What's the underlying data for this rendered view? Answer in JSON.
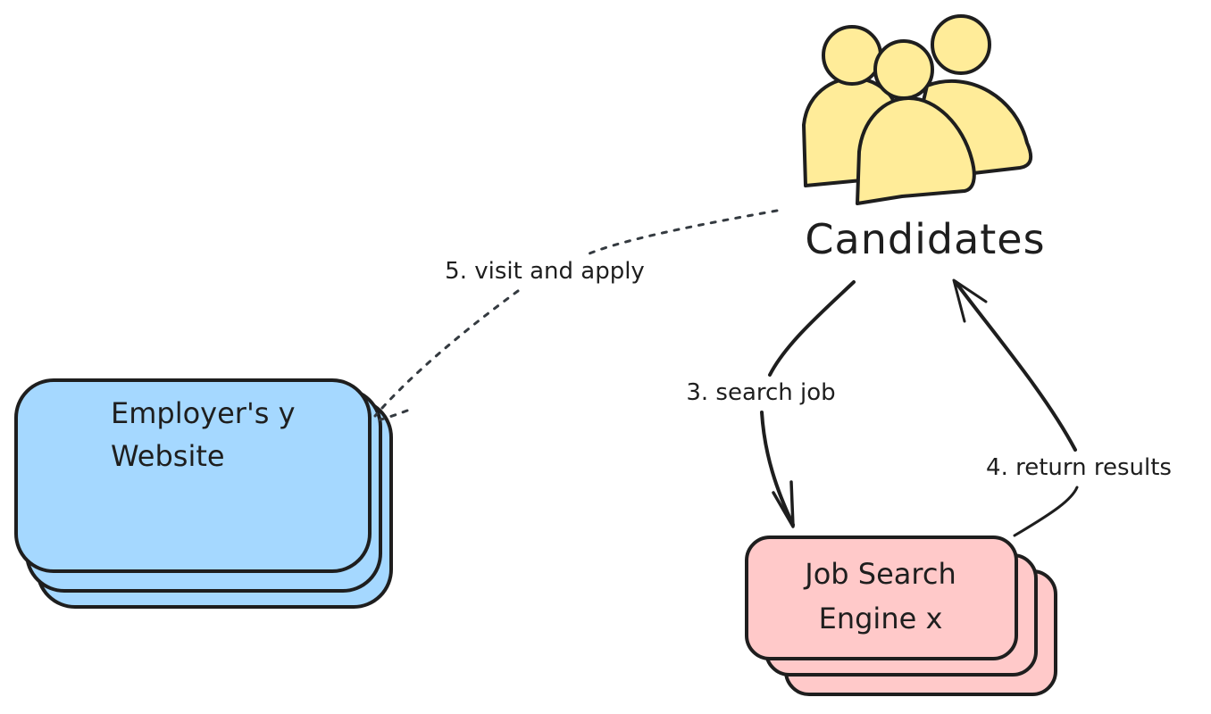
{
  "colors": {
    "stroke": "#1e1e1e",
    "candidates_fill": "#ffec99",
    "employer_fill": "#a5d8ff",
    "engine_fill": "#ffc9c9",
    "dotted": "#343a40"
  },
  "nodes": {
    "candidates": {
      "label": "Candidates",
      "icon": "people-group-icon"
    },
    "employer": {
      "line1": "Employer's y",
      "line2": "Website"
    },
    "engine": {
      "line1": "Job Search",
      "line2": "Engine x"
    }
  },
  "edges": {
    "search": {
      "label": "3. search job",
      "from": "candidates",
      "to": "engine"
    },
    "results": {
      "label": "4. return results",
      "from": "engine",
      "to": "candidates"
    },
    "visit": {
      "label": "5. visit and apply",
      "from": "candidates",
      "to": "employer",
      "style": "dotted"
    }
  }
}
